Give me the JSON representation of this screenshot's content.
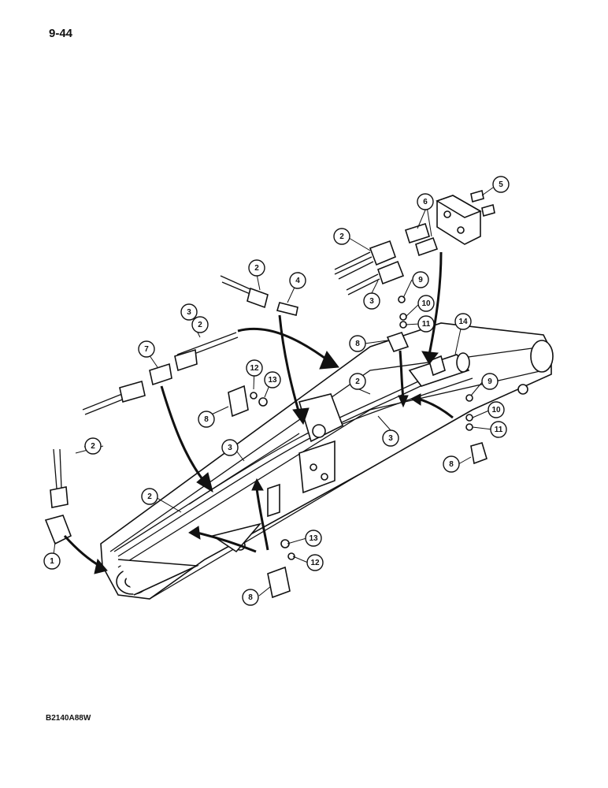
{
  "page": {
    "number": "9-44",
    "figure_code": "B2140A88W"
  },
  "callouts": [
    {
      "id": "c1",
      "label": "1"
    },
    {
      "id": "c2a",
      "label": "2"
    },
    {
      "id": "c2b",
      "label": "2"
    },
    {
      "id": "c2c",
      "label": "2"
    },
    {
      "id": "c2d",
      "label": "2"
    },
    {
      "id": "c2e",
      "label": "2"
    },
    {
      "id": "c2f",
      "label": "2"
    },
    {
      "id": "c3a",
      "label": "3"
    },
    {
      "id": "c3b",
      "label": "3"
    },
    {
      "id": "c3c",
      "label": "3"
    },
    {
      "id": "c3d",
      "label": "3"
    },
    {
      "id": "c4",
      "label": "4"
    },
    {
      "id": "c5",
      "label": "5"
    },
    {
      "id": "c6",
      "label": "6"
    },
    {
      "id": "c7",
      "label": "7"
    },
    {
      "id": "c8a",
      "label": "8"
    },
    {
      "id": "c8b",
      "label": "8"
    },
    {
      "id": "c8c",
      "label": "8"
    },
    {
      "id": "c8d",
      "label": "8"
    },
    {
      "id": "c9a",
      "label": "9"
    },
    {
      "id": "c9b",
      "label": "9"
    },
    {
      "id": "c10a",
      "label": "10"
    },
    {
      "id": "c10b",
      "label": "10"
    },
    {
      "id": "c11a",
      "label": "11"
    },
    {
      "id": "c11b",
      "label": "11"
    },
    {
      "id": "c12a",
      "label": "12"
    },
    {
      "id": "c12b",
      "label": "12"
    },
    {
      "id": "c13a",
      "label": "13"
    },
    {
      "id": "c13b",
      "label": "13"
    },
    {
      "id": "c14",
      "label": "14"
    }
  ]
}
